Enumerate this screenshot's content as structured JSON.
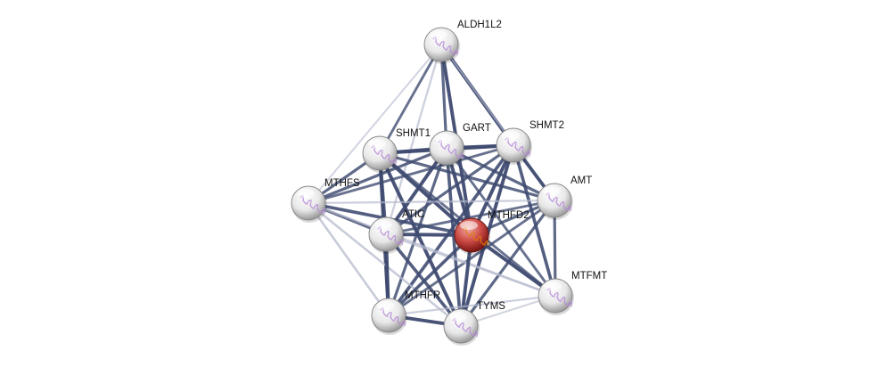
{
  "network": {
    "nodes": [
      {
        "id": "ALDH1L2",
        "label": "ALDH1L2",
        "query": false
      },
      {
        "id": "SHMT1",
        "label": "SHMT1",
        "query": false
      },
      {
        "id": "GART",
        "label": "GART",
        "query": false
      },
      {
        "id": "SHMT2",
        "label": "SHMT2",
        "query": false
      },
      {
        "id": "AMT",
        "label": "AMT",
        "query": false
      },
      {
        "id": "MTHFS",
        "label": "MTHFS",
        "query": false
      },
      {
        "id": "ATIC",
        "label": "ATIC",
        "query": false
      },
      {
        "id": "MTHFD2",
        "label": "MTHFD2",
        "query": true
      },
      {
        "id": "MTFMT",
        "label": "MTFMT",
        "query": false
      },
      {
        "id": "MTHFR",
        "label": "MTHFR",
        "query": false
      },
      {
        "id": "TYMS",
        "label": "TYMS",
        "query": false
      }
    ],
    "edges": [
      [
        "ALDH1L2",
        "SHMT1",
        0.6
      ],
      [
        "ALDH1L2",
        "GART",
        0.7
      ],
      [
        "ALDH1L2",
        "SHMT2",
        0.9
      ],
      [
        "ALDH1L2",
        "MTHFS",
        0.3
      ],
      [
        "ALDH1L2",
        "ATIC",
        0.4
      ],
      [
        "ALDH1L2",
        "MTHFD2",
        0.9
      ],
      [
        "ALDH1L2",
        "AMT",
        0.3
      ],
      [
        "SHMT1",
        "GART",
        0.8
      ],
      [
        "SHMT1",
        "SHMT2",
        0.9
      ],
      [
        "SHMT1",
        "AMT",
        0.7
      ],
      [
        "SHMT1",
        "MTHFS",
        0.7
      ],
      [
        "SHMT1",
        "ATIC",
        0.8
      ],
      [
        "SHMT1",
        "MTHFD2",
        0.9
      ],
      [
        "SHMT1",
        "MTHFR",
        0.9
      ],
      [
        "SHMT1",
        "TYMS",
        0.9
      ],
      [
        "SHMT1",
        "MTFMT",
        0.6
      ],
      [
        "GART",
        "SHMT2",
        0.8
      ],
      [
        "GART",
        "AMT",
        0.7
      ],
      [
        "GART",
        "MTHFS",
        0.7
      ],
      [
        "GART",
        "ATIC",
        0.9
      ],
      [
        "GART",
        "MTHFD2",
        0.9
      ],
      [
        "GART",
        "MTHFR",
        0.7
      ],
      [
        "GART",
        "TYMS",
        0.8
      ],
      [
        "GART",
        "MTFMT",
        0.6
      ],
      [
        "SHMT2",
        "AMT",
        0.9
      ],
      [
        "SHMT2",
        "MTHFS",
        0.6
      ],
      [
        "SHMT2",
        "ATIC",
        0.7
      ],
      [
        "SHMT2",
        "MTHFD2",
        0.9
      ],
      [
        "SHMT2",
        "MTHFR",
        0.8
      ],
      [
        "SHMT2",
        "TYMS",
        0.9
      ],
      [
        "SHMT2",
        "MTFMT",
        0.8
      ],
      [
        "AMT",
        "MTHFS",
        0.4
      ],
      [
        "AMT",
        "ATIC",
        0.6
      ],
      [
        "AMT",
        "MTHFD2",
        0.7
      ],
      [
        "AMT",
        "MTFMT",
        0.7
      ],
      [
        "AMT",
        "TYMS",
        0.7
      ],
      [
        "AMT",
        "MTHFR",
        0.6
      ],
      [
        "MTHFS",
        "ATIC",
        0.7
      ],
      [
        "MTHFS",
        "MTHFD2",
        0.8
      ],
      [
        "MTHFS",
        "MTHFR",
        0.5
      ],
      [
        "MTHFS",
        "TYMS",
        0.5
      ],
      [
        "MTHFS",
        "MTFMT",
        0.4
      ],
      [
        "ATIC",
        "MTHFD2",
        0.9
      ],
      [
        "ATIC",
        "MTHFR",
        0.9
      ],
      [
        "ATIC",
        "TYMS",
        0.8
      ],
      [
        "ATIC",
        "MTFMT",
        0.4
      ],
      [
        "MTHFD2",
        "MTHFR",
        0.8
      ],
      [
        "MTHFD2",
        "TYMS",
        0.9
      ],
      [
        "MTHFD2",
        "MTFMT",
        0.9
      ],
      [
        "MTFMT",
        "TYMS",
        0.3
      ],
      [
        "MTFMT",
        "MTHFR",
        0.4
      ],
      [
        "MTHFR",
        "TYMS",
        0.9
      ]
    ]
  },
  "colors": {
    "edge_strong": "#3e4a70",
    "edge_weak": "#b4b9cc",
    "query_node": "#c0302e",
    "node": "#e6e6e6"
  }
}
